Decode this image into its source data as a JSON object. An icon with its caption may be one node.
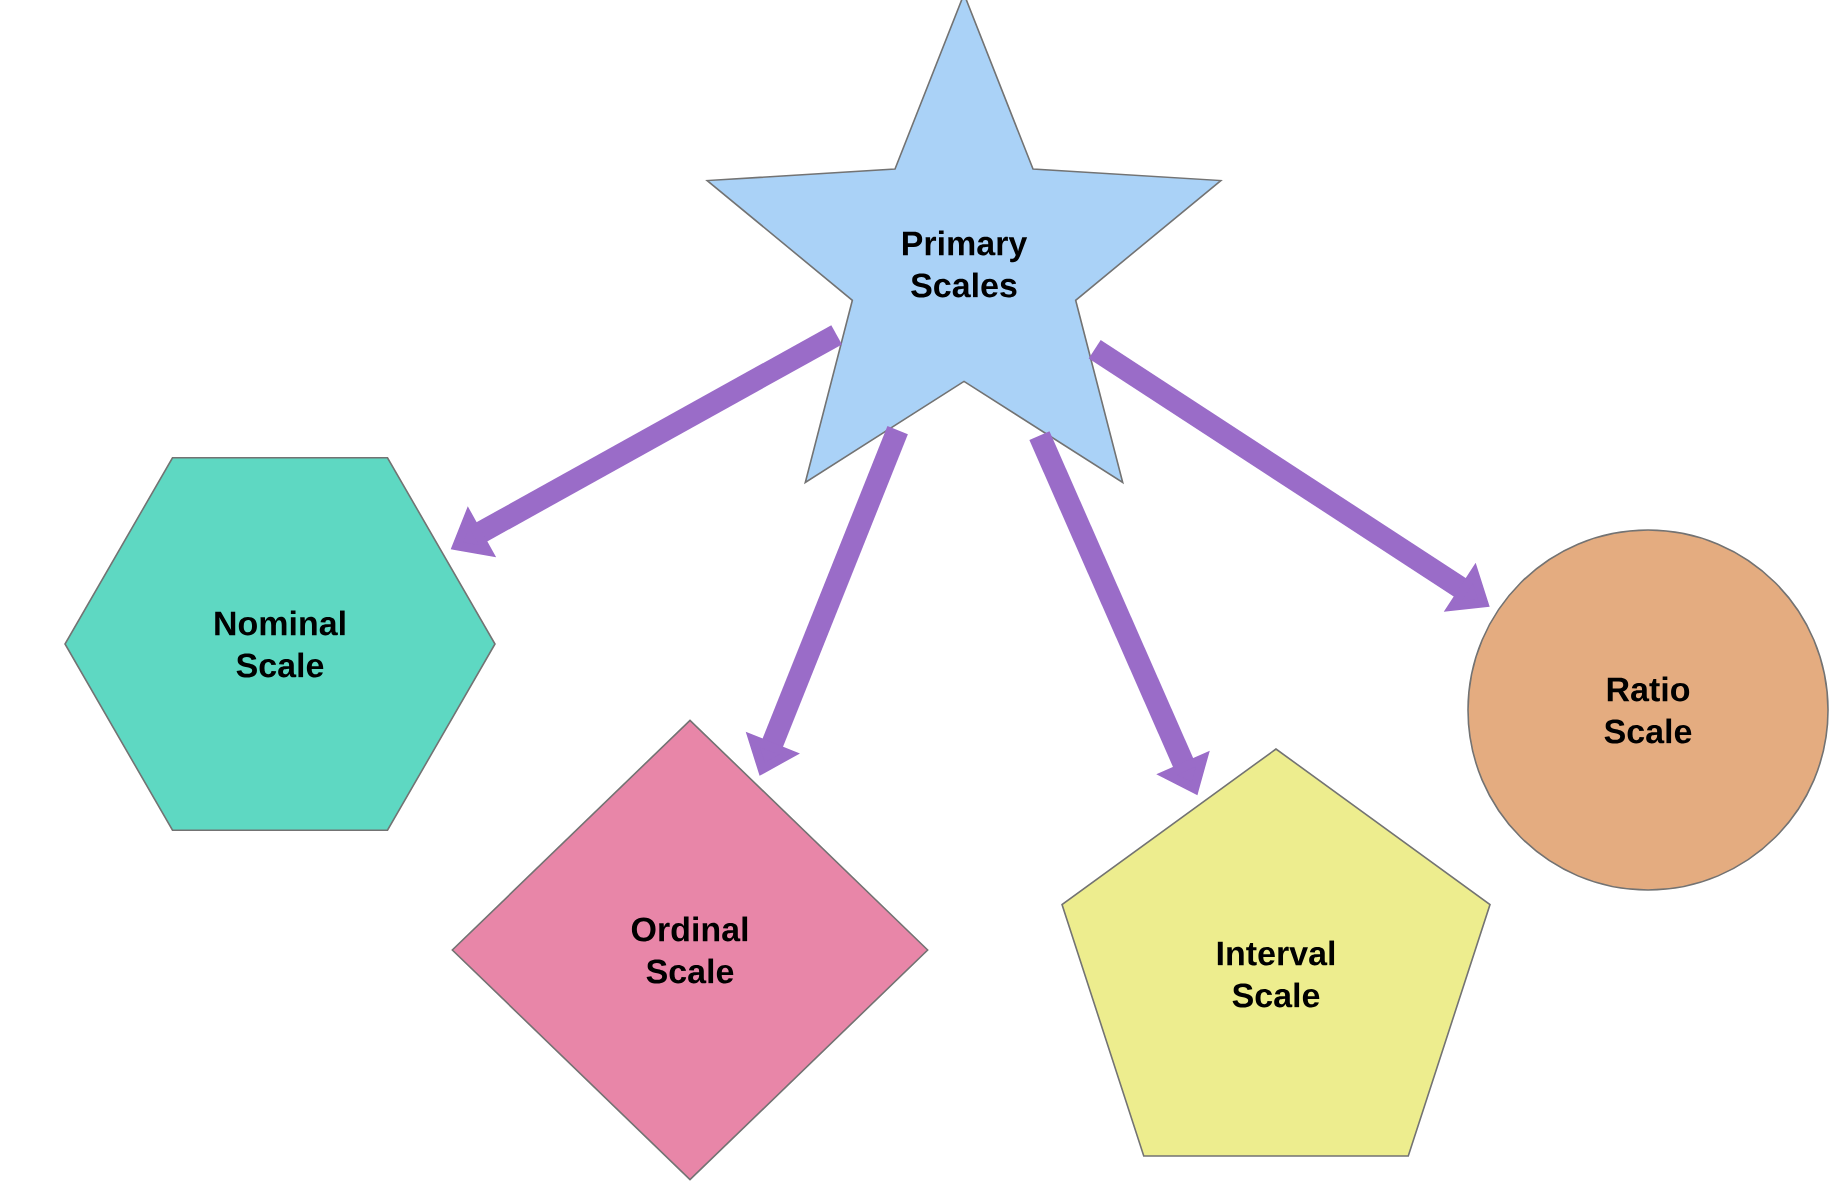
{
  "diagram": {
    "nodes": [
      {
        "text": [
          "Primary Scales"
        ]
      },
      {
        "text": [
          "Nominal Scale"
        ]
      },
      {
        "text": [
          "Ordinal Scale"
        ]
      },
      {
        "text": [
          "Interval Scale"
        ]
      },
      {
        "text": [
          "Ratio Scale"
        ]
      }
    ],
    "edges": [
      {
        "from": 0,
        "to": 1,
        "arrow": "to"
      },
      {
        "from": 0,
        "to": 2,
        "arrow": "to"
      },
      {
        "from": 0,
        "to": 3,
        "arrow": "to"
      },
      {
        "from": 0,
        "to": 4,
        "arrow": "to"
      }
    ]
  }
}
